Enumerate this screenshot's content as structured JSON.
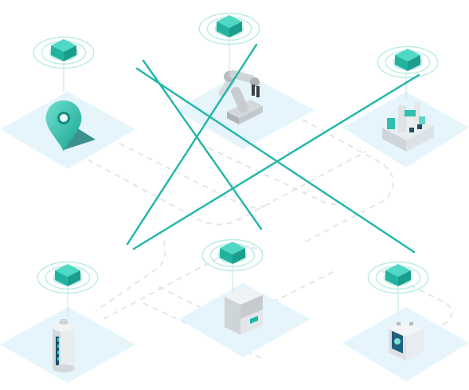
{
  "diagram": {
    "nodes": [
      {
        "id": "location",
        "icon": "location-pin-icon"
      },
      {
        "id": "robot-arm",
        "icon": "robotic-arm-icon"
      },
      {
        "id": "factory",
        "icon": "factory-icon"
      },
      {
        "id": "battery",
        "icon": "battery-icon"
      },
      {
        "id": "kiosk",
        "icon": "kiosk-terminal-icon"
      },
      {
        "id": "charger",
        "icon": "charging-box-icon"
      }
    ],
    "edges": [
      {
        "from": "location",
        "to": "kiosk"
      },
      {
        "from": "location",
        "to": "charger"
      },
      {
        "from": "robot-arm",
        "to": "battery"
      },
      {
        "from": "factory",
        "to": "battery"
      }
    ]
  },
  "colors": {
    "accent": "#1fb7a8",
    "cube_top": "#4fd8c4",
    "cube_left": "#22b3a0",
    "cube_right": "#1a9d8d",
    "platform": "#e5f5fb",
    "dashed_path": "#e2e6ea",
    "ring": "#b9ece4"
  }
}
